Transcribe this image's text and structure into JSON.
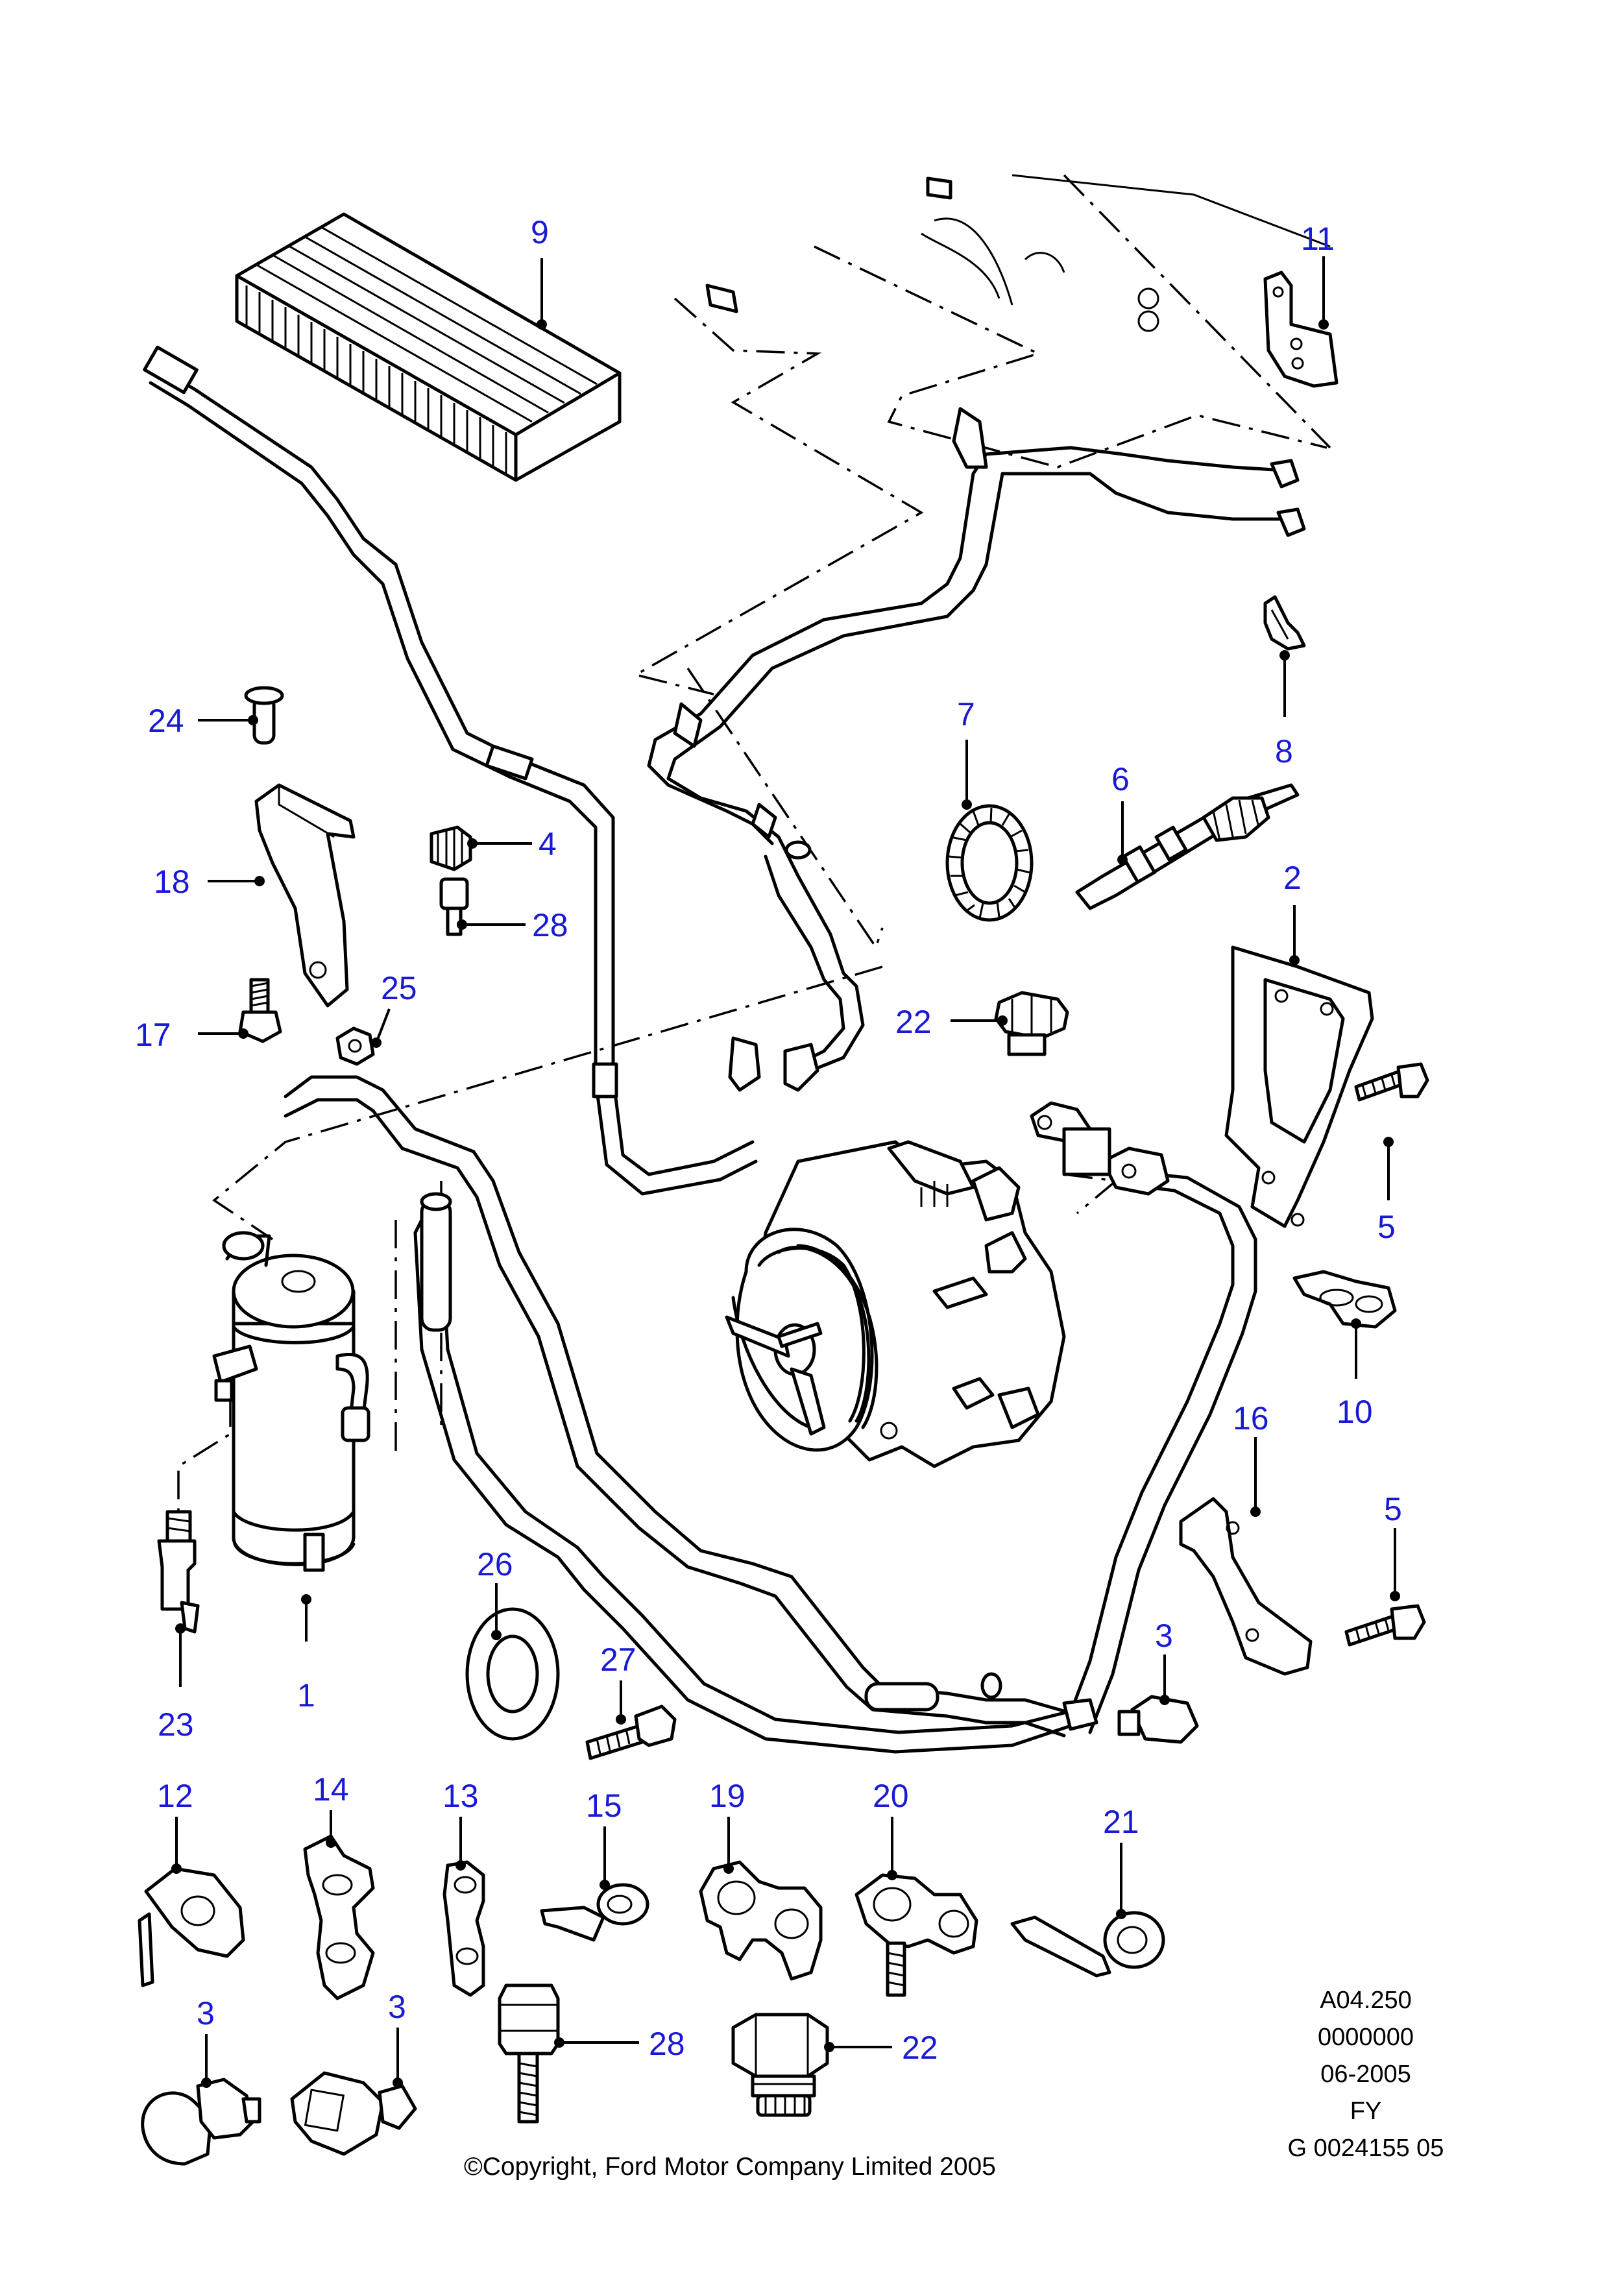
{
  "callouts": {
    "c1": "1",
    "c2": "2",
    "c3a": "3",
    "c3b": "3",
    "c3c": "3",
    "c4": "4",
    "c5a": "5",
    "c5b": "5",
    "c6": "6",
    "c7": "7",
    "c8": "8",
    "c9": "9",
    "c10": "10",
    "c11": "11",
    "c12": "12",
    "c13": "13",
    "c14": "14",
    "c15": "15",
    "c16": "16",
    "c17": "17",
    "c18": "18",
    "c19": "19",
    "c20": "20",
    "c21": "21",
    "c22a": "22",
    "c22b": "22",
    "c23": "23",
    "c24": "24",
    "c25": "25",
    "c26": "26",
    "c27": "27",
    "c28a": "28",
    "c28b": "28"
  },
  "reference": {
    "line1": "A04.250",
    "line2": "0000000",
    "line3": "06-2005",
    "line4": "FY",
    "line5": "G 0024155 05"
  },
  "copyright": "©Copyright, Ford Motor Company Limited 2005"
}
